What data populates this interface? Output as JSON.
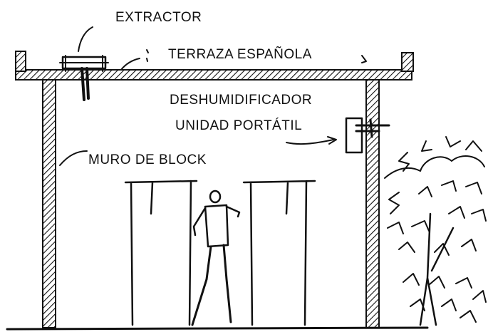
{
  "labels": {
    "extractor": "EXTRACTOR",
    "terrace": "TERRAZA ESPAÑOLA",
    "dehumidifier": "DESHUMIDIFICADOR",
    "portable_unit": "UNIDAD PORTÁTIL",
    "block_wall": "MURO DE BLOCK"
  },
  "colors": {
    "ink": "#111111",
    "background": "#ffffff"
  }
}
